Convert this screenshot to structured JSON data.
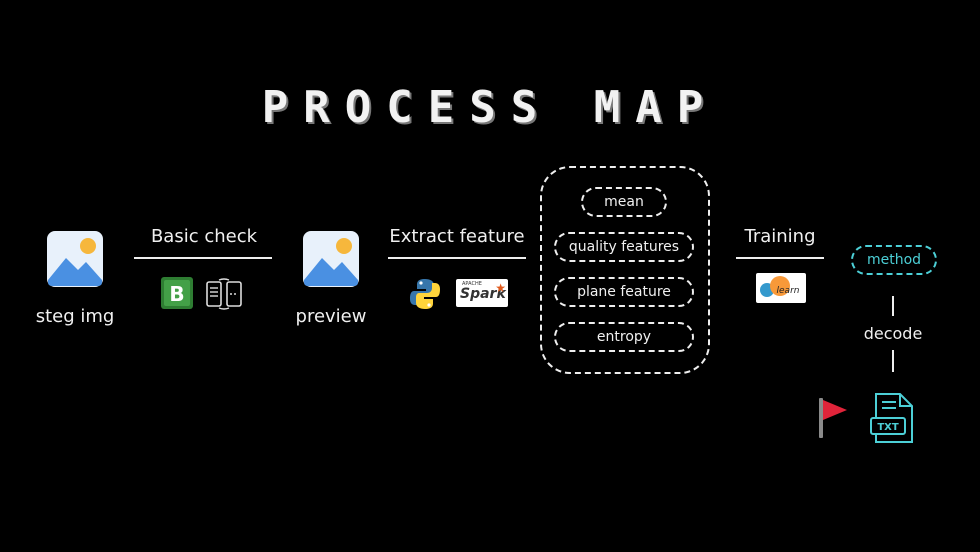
{
  "title": "PROCESS MAP",
  "nodes": {
    "steg_img": "steg img",
    "preview": "preview",
    "decode": "decode",
    "method": "method"
  },
  "edges": {
    "basic_check": "Basic check",
    "extract_feature": "Extract feature",
    "training": "Training"
  },
  "features": [
    "mean",
    "quality features",
    "plane feature",
    "entropy"
  ],
  "logos": {
    "binwalk": "B",
    "spark": "Spark",
    "spark_small": "APACHE",
    "sklearn": "learn",
    "txt": "TXT"
  },
  "colors": {
    "accent": "#4ccfd6",
    "flag": "#e0243a",
    "image_blue": "#4a90e2",
    "image_sun": "#f6b73c"
  }
}
